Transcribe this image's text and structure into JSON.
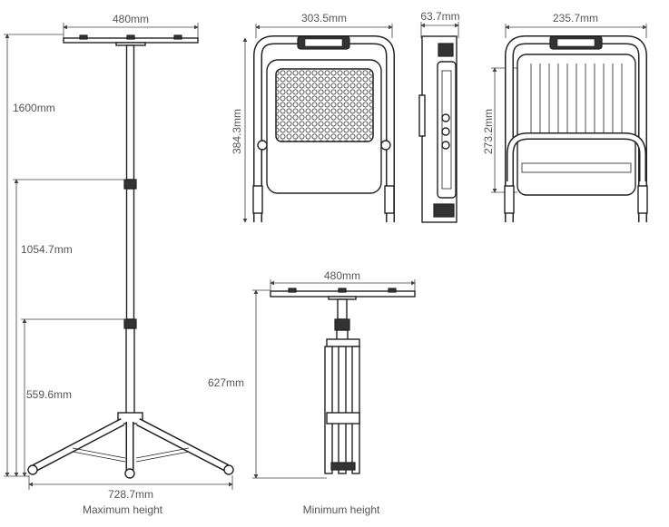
{
  "max_height_view": {
    "plate_width": "480mm",
    "total_height": "1600mm",
    "mid_height": "1054.7mm",
    "low_height": "559.6mm",
    "leg_span": "728.7mm",
    "caption": "Maximum height"
  },
  "front_view": {
    "width": "303.5mm",
    "height": "384.3mm"
  },
  "side_view": {
    "depth": "63.7mm"
  },
  "back_view": {
    "width": "235.7mm",
    "height": "273.2mm"
  },
  "min_height_view": {
    "plate_width": "480mm",
    "height": "627mm",
    "caption": "Minimum height"
  }
}
